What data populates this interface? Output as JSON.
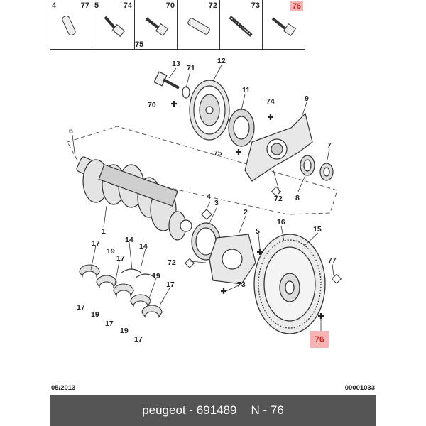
{
  "legend": {
    "cells": [
      {
        "label": "4",
        "qty": "77",
        "icon": "pin-icon"
      },
      {
        "label": "5",
        "qty": "74",
        "icon": "flange-bolt-icon"
      },
      {
        "label": "",
        "qty": "70",
        "icon": "bolt-icon"
      },
      {
        "label": "",
        "qty": "72",
        "icon": "dowel-icon"
      },
      {
        "label": "",
        "qty": "73",
        "icon": "stud-icon"
      },
      {
        "label": "",
        "qty": "76",
        "icon": "hex-bolt-icon",
        "highlight": true
      }
    ],
    "extra_label": "75"
  },
  "callouts": {
    "c13": "13",
    "c71": "71",
    "c12": "12",
    "c70": "70",
    "c11": "11",
    "c74": "74",
    "c9": "9",
    "c6": "6",
    "c75": "75",
    "c7": "7",
    "c72a": "72",
    "c8": "8",
    "c4": "4",
    "c3": "3",
    "c2": "2",
    "c1": "1",
    "c5": "5",
    "c16": "16",
    "c15": "15",
    "c17a": "17",
    "c19a": "19",
    "c14a": "14",
    "c17b": "17",
    "c14b": "14",
    "c72b": "72",
    "c77": "77",
    "c19b": "19",
    "c73": "73",
    "c17c": "17",
    "c17d": "17",
    "c19c": "19",
    "c17e": "17",
    "c19d": "19",
    "c17f": "17"
  },
  "highlight_callout": "76",
  "highlight_color": "#f7b4b4",
  "footer": {
    "date": "05/2013",
    "doc_number": "00001033",
    "brand": "peugeot",
    "separator": "-",
    "part_number": "691489",
    "ref": "N - 76"
  },
  "footer_bg": "#555555"
}
